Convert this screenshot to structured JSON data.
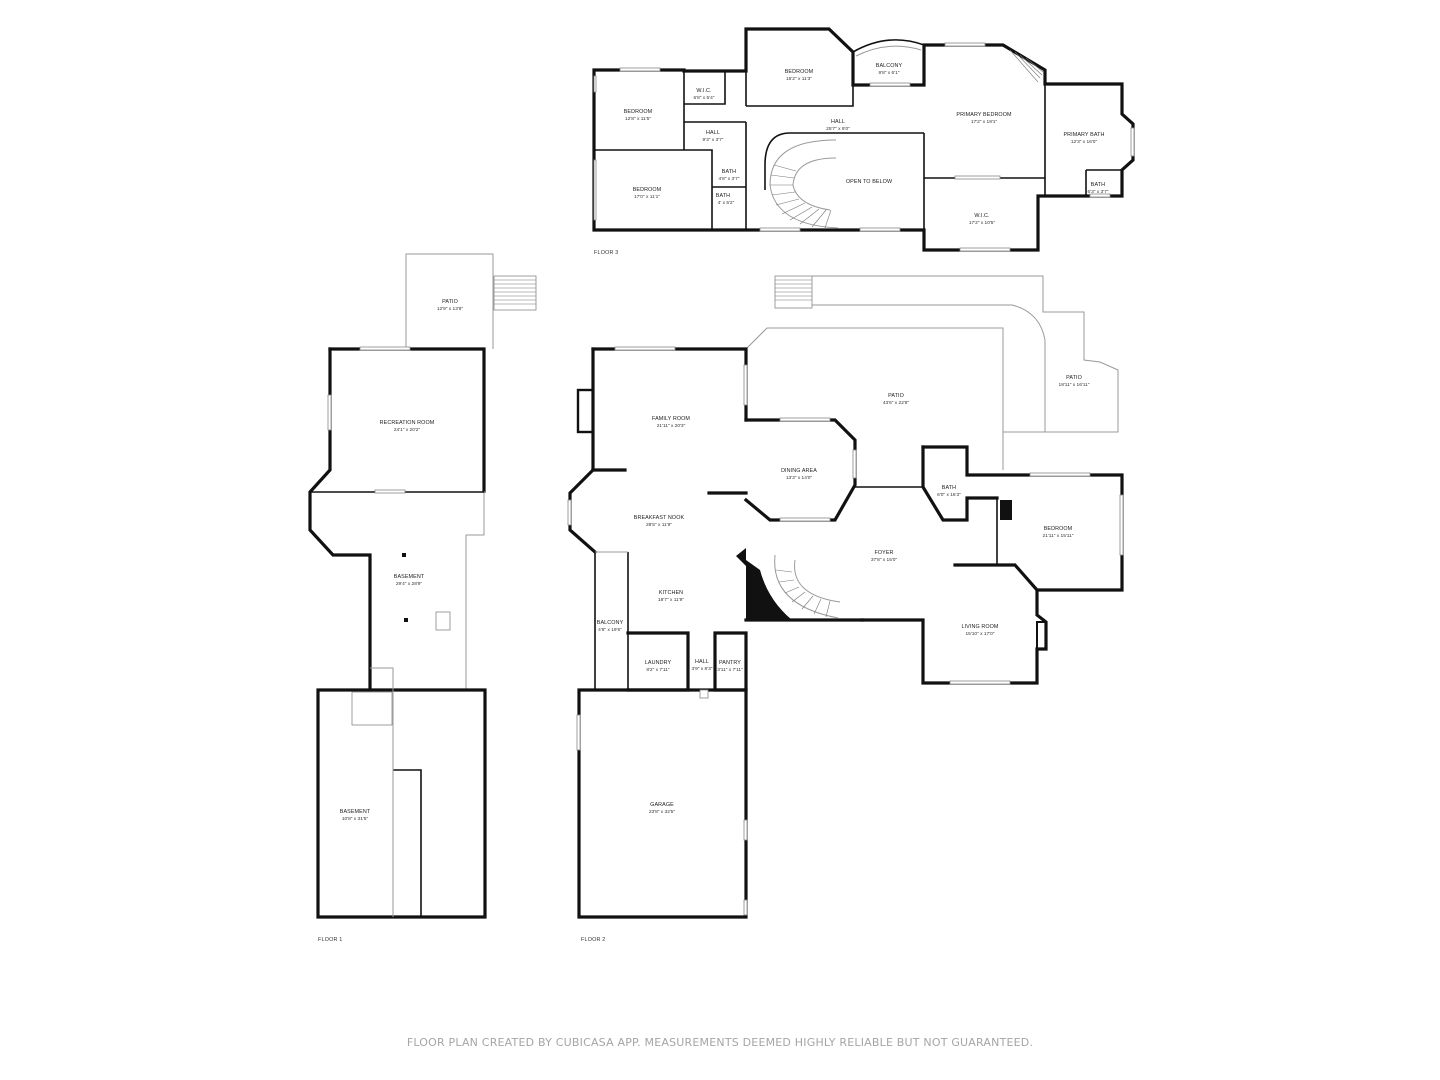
{
  "floors": [
    {
      "id": "floor3",
      "label": "FLOOR 3"
    },
    {
      "id": "floor1",
      "label": "FLOOR 1"
    },
    {
      "id": "floor2",
      "label": "FLOOR 2"
    }
  ],
  "rooms": {
    "f3_bedroom_a": {
      "name": "BEDROOM",
      "dim": "12'8\" x 11'5\""
    },
    "f3_wic_a": {
      "name": "W.I.C.",
      "dim": "6'8\" x 5'4\""
    },
    "f3_bedroom_b": {
      "name": "BEDROOM",
      "dim": "15'2\" x 11'3\""
    },
    "f3_balcony": {
      "name": "BALCONY",
      "dim": "9'8\" x 6'1\""
    },
    "f3_primary_bedroom": {
      "name": "PRIMARY BEDROOM",
      "dim": "17'2\" x 19'1\""
    },
    "f3_hall_a": {
      "name": "HALL",
      "dim": "9'3\" x 3'7\""
    },
    "f3_hall_b": {
      "name": "HALL",
      "dim": "25'7\" x 8'0\""
    },
    "f3_primary_bath": {
      "name": "PRIMARY BATH",
      "dim": "12'3\" x 16'0\""
    },
    "f3_bath_a": {
      "name": "BATH",
      "dim": "4'8\" x 3'7\""
    },
    "f3_open_to_below": {
      "name": "OPEN TO BELOW",
      "dim": ""
    },
    "f3_bedroom_c": {
      "name": "BEDROOM",
      "dim": "17'0\" x 11'1\""
    },
    "f3_bath_b": {
      "name": "BATH",
      "dim": "4' x 5'2\""
    },
    "f3_bath_c": {
      "name": "BATH",
      "dim": "6'3\" x 3'7\""
    },
    "f3_wic_b": {
      "name": "W.I.C.",
      "dim": "17'2\" x 10'5\""
    },
    "f1_patio": {
      "name": "PATIO",
      "dim": "12'9\" x 13'8\""
    },
    "f1_recreation": {
      "name": "RECREATION ROOM",
      "dim": "24'1\" x 20'2\""
    },
    "f1_basement_a": {
      "name": "BASEMENT",
      "dim": "29'4\" x 28'9\""
    },
    "f1_basement_b": {
      "name": "BASEMENT",
      "dim": "10'8\" x 31'5\""
    },
    "f2_family": {
      "name": "FAMILY ROOM",
      "dim": "21'11\" x 20'3\""
    },
    "f2_patio_a": {
      "name": "PATIO",
      "dim": "43'6\" x 22'8\""
    },
    "f2_patio_b": {
      "name": "PATIO",
      "dim": "18'11\" x 16'11\""
    },
    "f2_dining": {
      "name": "DINING AREA",
      "dim": "13'3\" x 14'0\""
    },
    "f2_bath": {
      "name": "BATH",
      "dim": "6'0\" x 16'3\""
    },
    "f2_breakfast": {
      "name": "BREAKFAST NOOK",
      "dim": "28'5\" x 11'9\""
    },
    "f2_bedroom": {
      "name": "BEDROOM",
      "dim": "21'11\" x 15'11\""
    },
    "f2_foyer": {
      "name": "FOYER",
      "dim": "37'8\" x 15'0\""
    },
    "f2_kitchen": {
      "name": "KITCHEN",
      "dim": "18'7\" x 11'9\""
    },
    "f2_balcony": {
      "name": "BALCONY",
      "dim": "4'8\" x 19'5\""
    },
    "f2_living": {
      "name": "LIVING ROOM",
      "dim": "15'10\" x 17'0\""
    },
    "f2_laundry": {
      "name": "LAUNDRY",
      "dim": "8'2\" x 7'11\""
    },
    "f2_hall": {
      "name": "HALL",
      "dim": "3'9\" x 8'3\""
    },
    "f2_pantry": {
      "name": "PANTRY",
      "dim": "3'11\" x 7'11\""
    },
    "f2_garage": {
      "name": "GARAGE",
      "dim": "23'8\" x 32'5\""
    }
  },
  "footer": "FLOOR PLAN CREATED BY CUBICASA APP. MEASUREMENTS DEEMED HIGHLY RELIABLE BUT NOT GUARANTEED."
}
